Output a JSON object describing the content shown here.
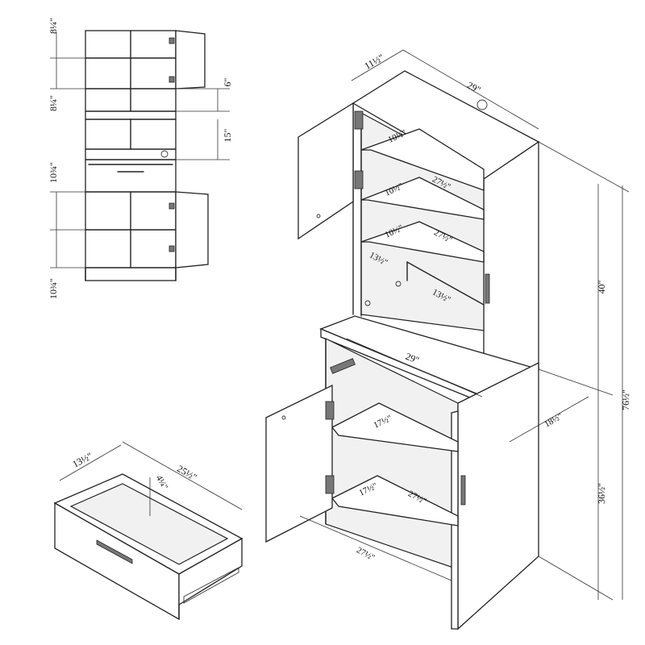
{
  "front_view": {
    "dim_top_shelf": "8¼\"",
    "dim_mid_shelf": "8¼\"",
    "dim_gap": "6\"",
    "dim_open": "15\"",
    "dim_lower_top": "10¾\"",
    "dim_lower_bottom": "10¾\""
  },
  "drawer": {
    "dim_depth": "13½\"",
    "dim_width": "25½\"",
    "dim_height": "4¼\""
  },
  "cabinet": {
    "hutch_depth": "11½\"",
    "hutch_width": "29\"",
    "shelf_depth_1": "10½\"",
    "shelf_width_1": "27½\"",
    "shelf_depth_2": "10½\"",
    "shelf_width_2": "27½\"",
    "shelf_depth_3": "10½\"",
    "shelf_width_3": "27½\"",
    "open_depth": "13½\"",
    "open_width": "13½\"",
    "hutch_height": "40\"",
    "total_height": "76½\"",
    "base_width": "29\"",
    "base_depth": "18½\"",
    "base_shelf_depth_1": "17½\"",
    "base_shelf_depth_2": "17½\"",
    "base_shelf_width": "27½\"",
    "base_bottom_width": "27½\"",
    "base_height": "36½\""
  }
}
